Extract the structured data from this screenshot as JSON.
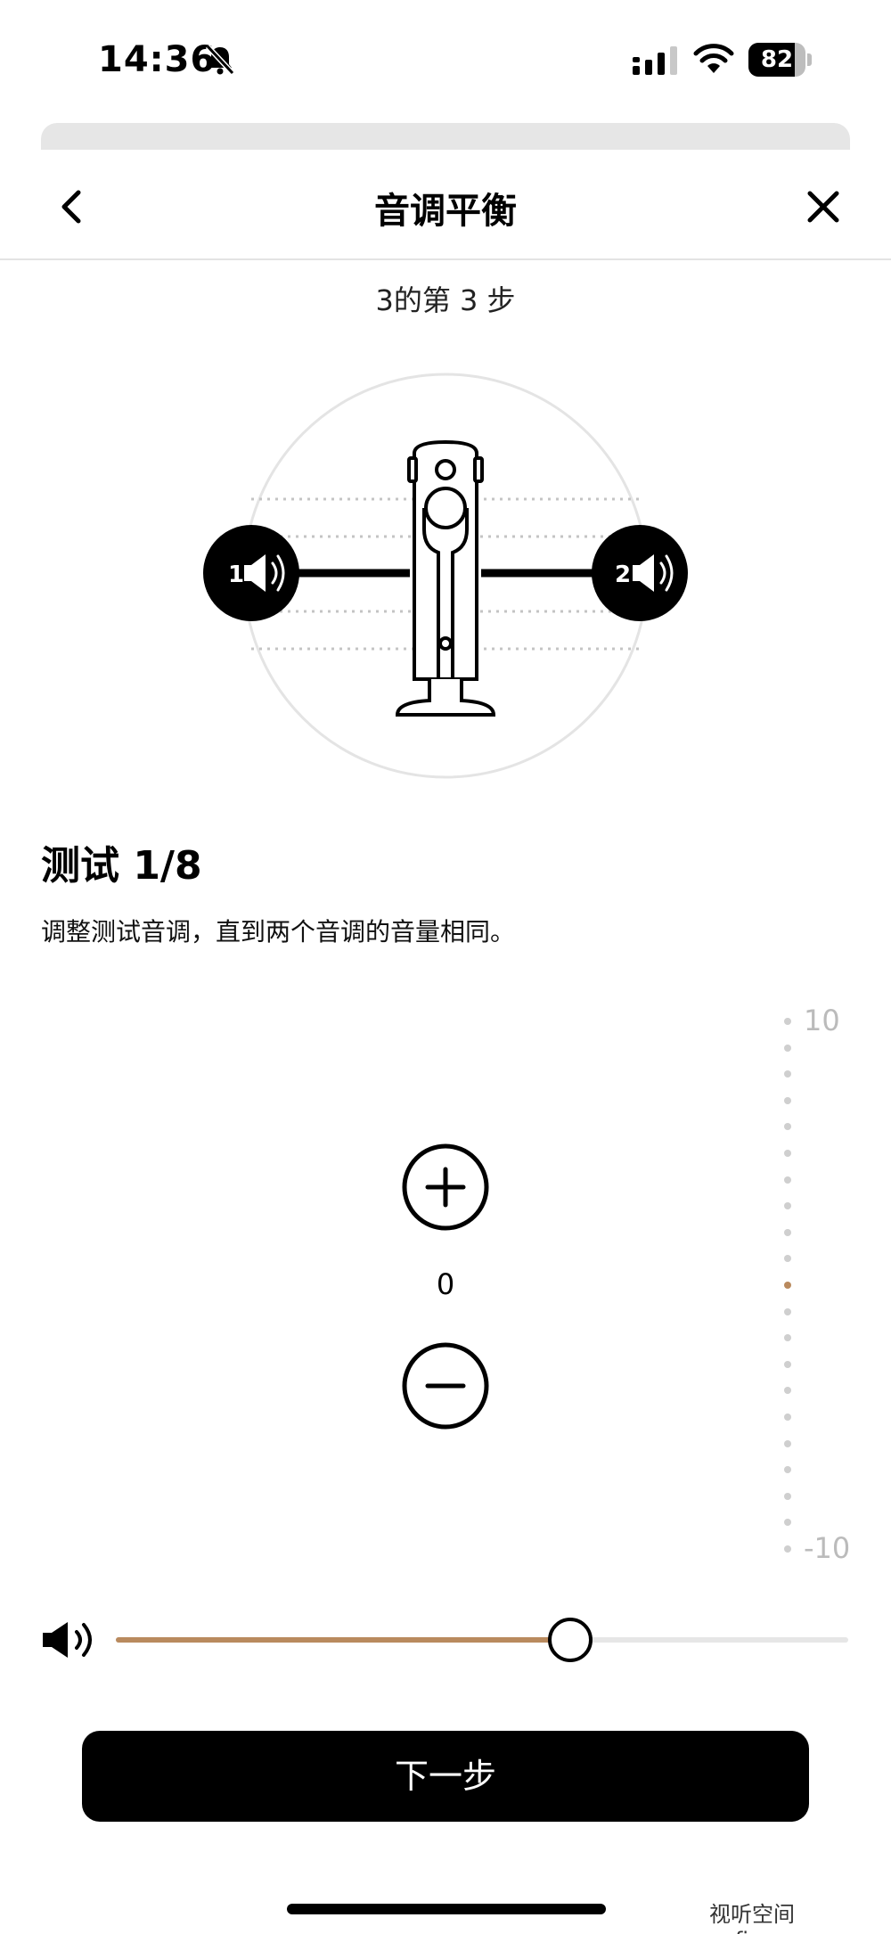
{
  "status_bar": {
    "time": "14:36",
    "battery_level": "82",
    "icons": [
      "bell-slash-icon",
      "signal-icon",
      "wifi-icon",
      "battery-icon"
    ]
  },
  "nav": {
    "title": "音调平衡",
    "back_icon": "chevron-left-icon",
    "close_icon": "close-icon"
  },
  "step": {
    "text": "3的第 3 步"
  },
  "illustration": {
    "left_speaker_label": "1",
    "right_speaker_label": "2"
  },
  "test": {
    "title": "测试 1/8",
    "description": "调整测试音调，直到两个音调的音量相同。"
  },
  "level": {
    "value": "0",
    "value_number": 0,
    "min": -10,
    "max": 10,
    "scale_max_label": "10",
    "scale_min_label": "-10"
  },
  "volume": {
    "icon": "speaker-icon",
    "level_percent": 62
  },
  "colors": {
    "accent": "#b98a5e",
    "track": "#e6e6e6",
    "primary": "#000000"
  },
  "footer": {
    "next_label": "下一步",
    "watermark": "视听空间 avfine.com"
  }
}
